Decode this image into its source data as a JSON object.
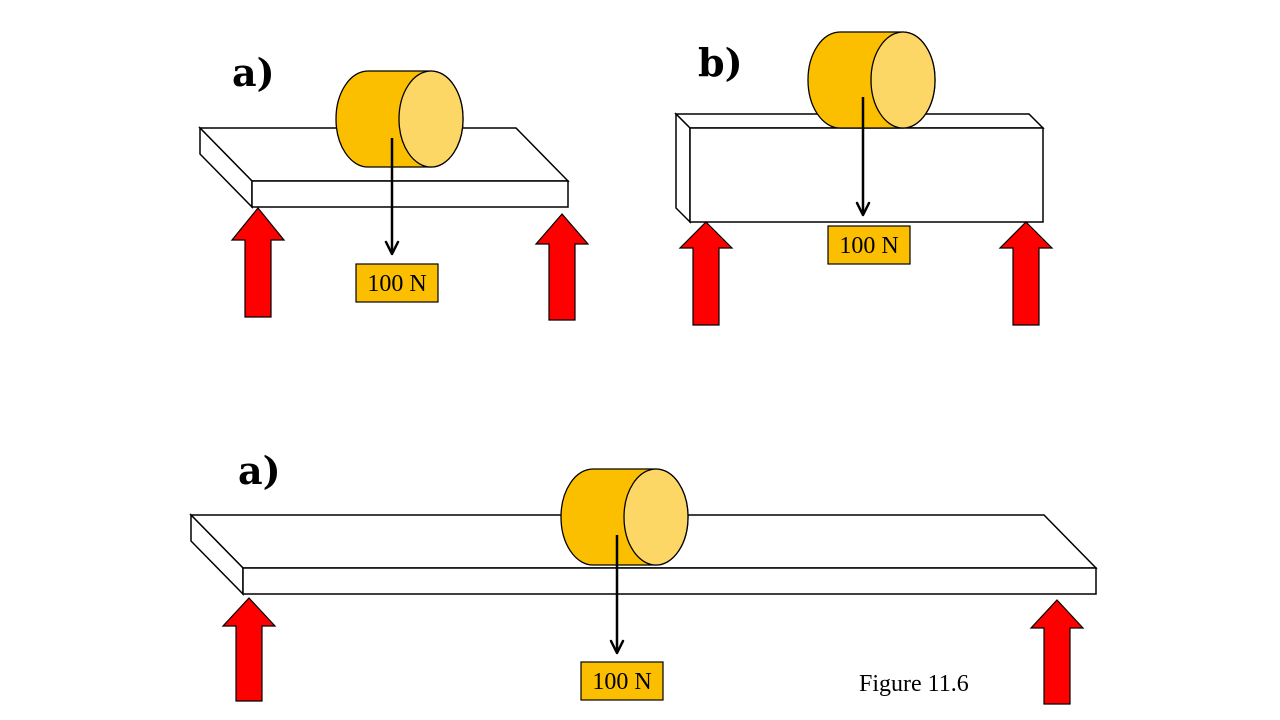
{
  "colors": {
    "support_arrow": "#ff0000",
    "cylinder_body": "#fbbf00",
    "cylinder_face": "#fdd766",
    "label_box": "#fbbf00"
  },
  "icons": {
    "support": "red-up-arrow-icon",
    "load": "down-arrow-icon"
  },
  "scenes": [
    {
      "panel_label": "a)",
      "load_label": "100 N"
    },
    {
      "panel_label": "b)",
      "load_label": "100 N"
    },
    {
      "panel_label": "a)",
      "load_label": "100 N"
    }
  ],
  "caption": "Figure 11.6"
}
